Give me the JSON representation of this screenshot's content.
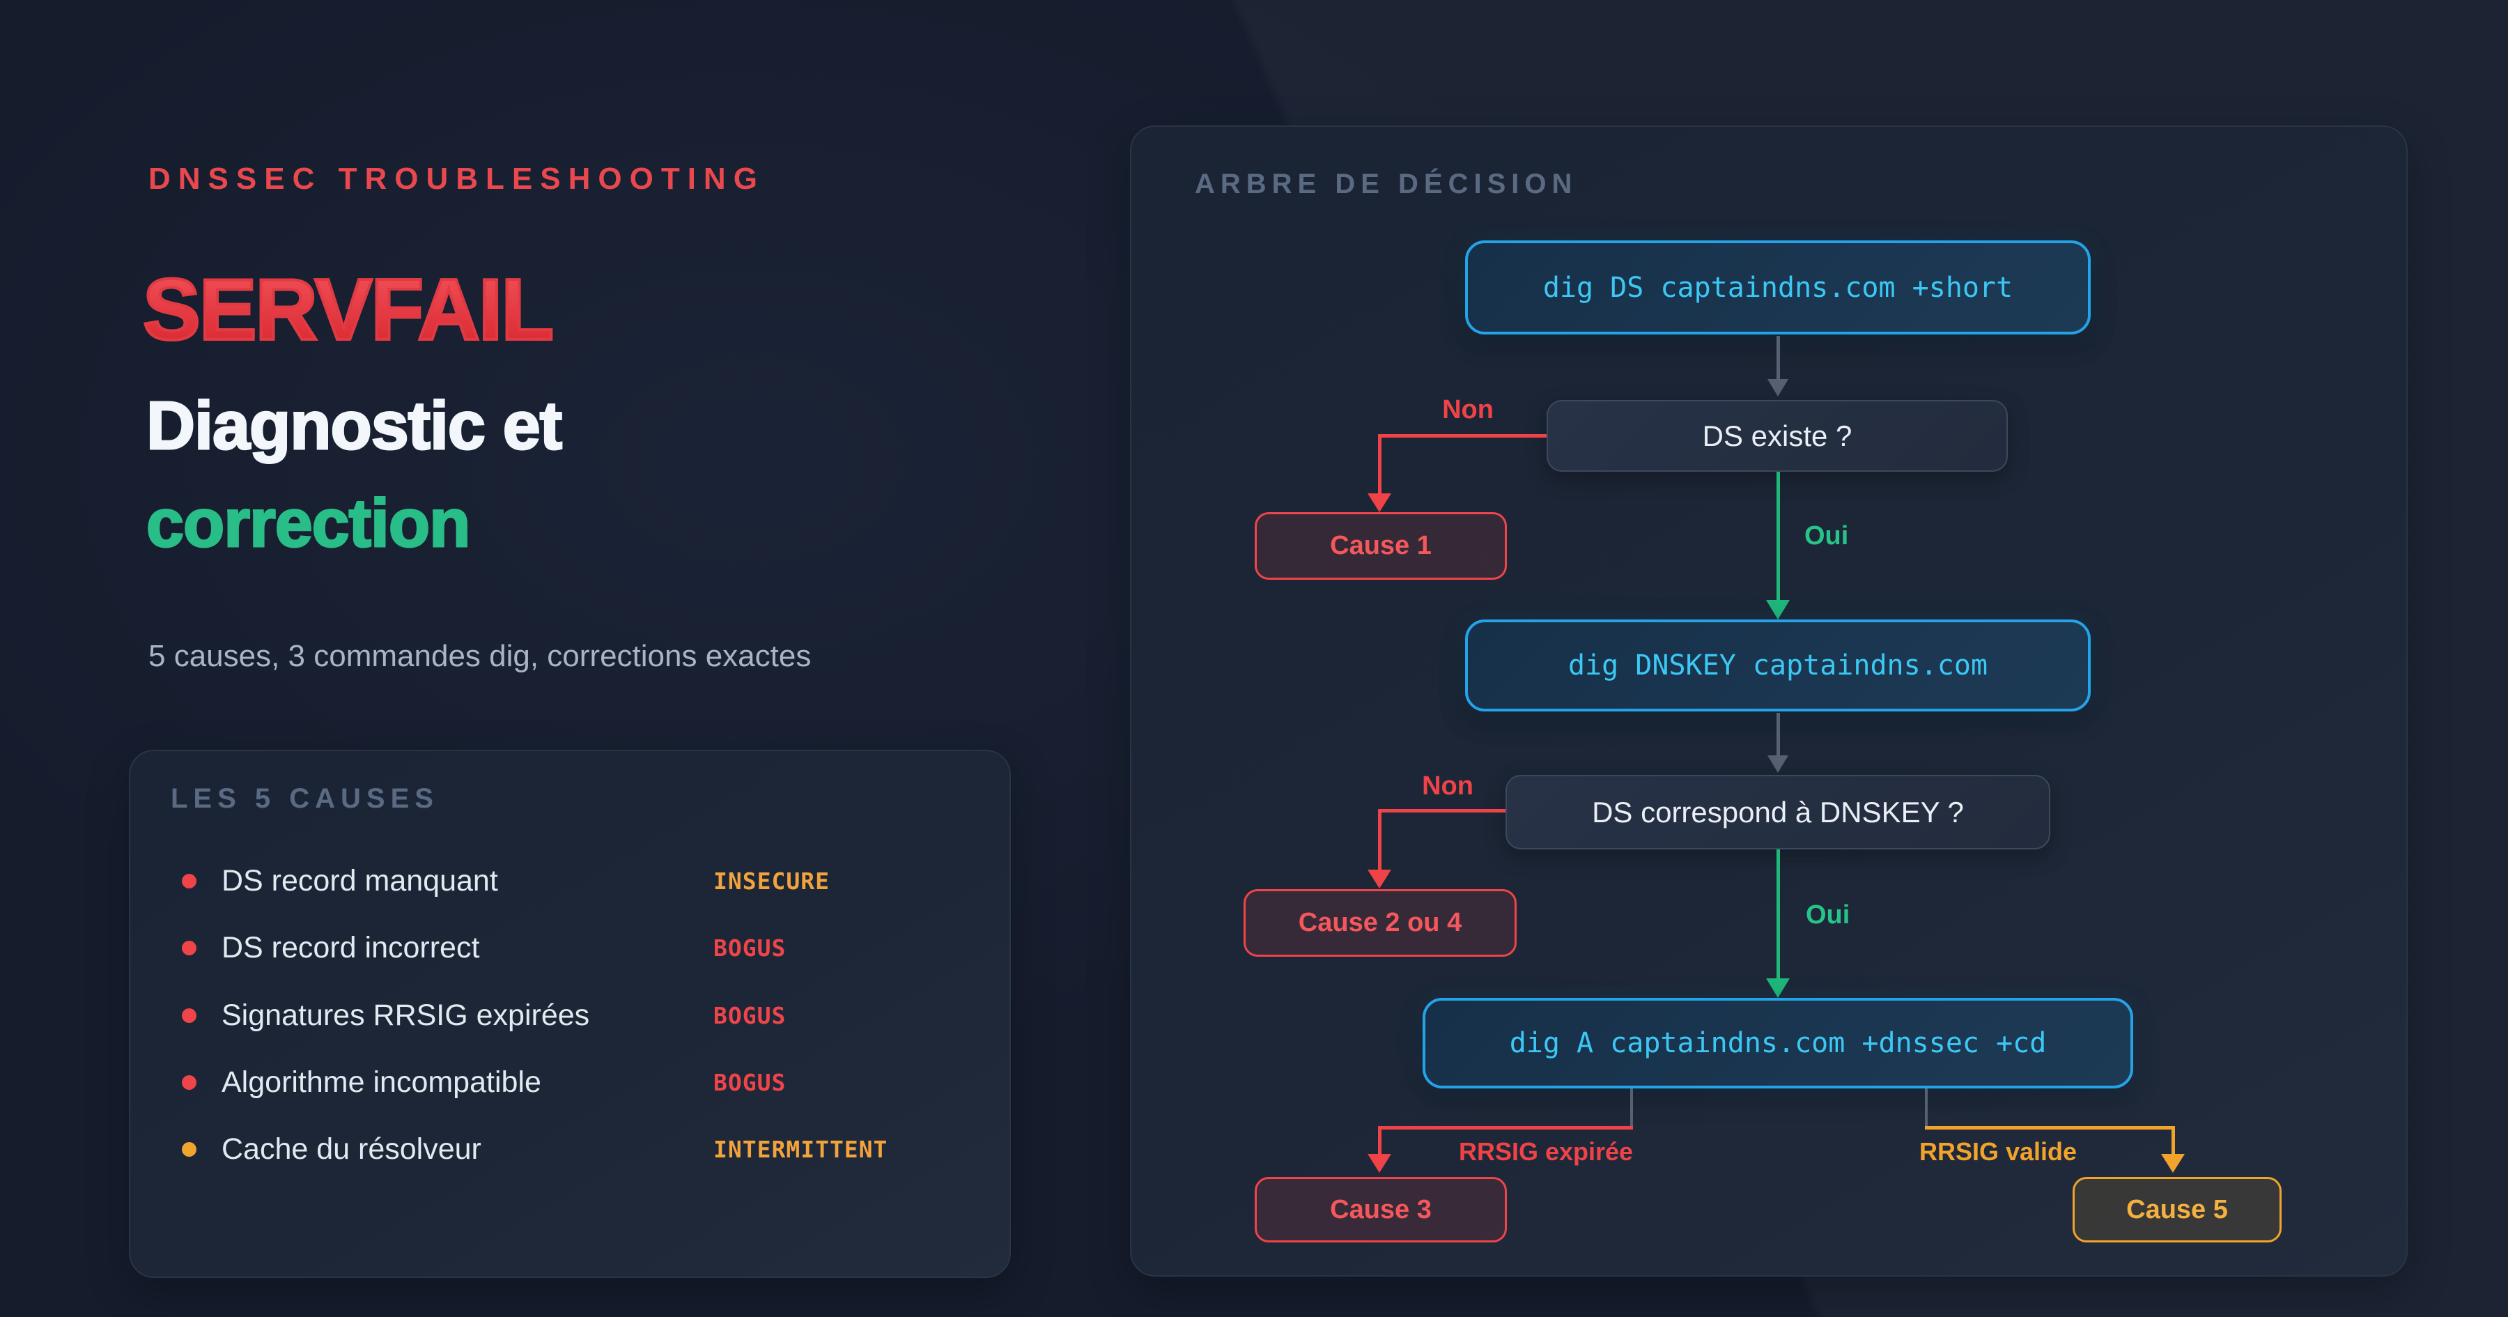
{
  "hero": {
    "eyebrow": "DNSSEC TROUBLESHOOTING",
    "title": "SERVFAIL",
    "subtitle_line1": "Diagnostic et",
    "subtitle_line2": "correction",
    "tagline": "5 causes, 3 commandes dig, corrections exactes"
  },
  "causes_panel": {
    "title": "LES 5 CAUSES",
    "items": [
      {
        "label": "DS record manquant",
        "status": "INSECURE"
      },
      {
        "label": "DS record incorrect",
        "status": "BOGUS"
      },
      {
        "label": "Signatures RRSIG expirées",
        "status": "BOGUS"
      },
      {
        "label": "Algorithme incompatible",
        "status": "BOGUS"
      },
      {
        "label": "Cache du résolveur",
        "status": "INTERMITTENT"
      }
    ]
  },
  "tree_panel": {
    "title": "ARBRE DE DÉCISION",
    "labels": {
      "yes": "Oui",
      "no": "Non",
      "rrsig_expired": "RRSIG expirée",
      "rrsig_valid": "RRSIG valide"
    },
    "nodes": {
      "cmd1": "dig DS captaindns.com +short",
      "q1": "DS existe ?",
      "cause1": "Cause 1",
      "cmd2": "dig DNSKEY captaindns.com",
      "q2": "DS correspond à DNSKEY ?",
      "cause2": "Cause 2 ou 4",
      "cmd3": "dig A captaindns.com +dnssec +cd",
      "cause3": "Cause 3",
      "cause5": "Cause 5"
    }
  },
  "colors": {
    "background": "#151c2c",
    "panel_background": "#1c2636",
    "panel_border": "#2a3447",
    "accent_red": "#ef4449",
    "accent_green": "#29bd88",
    "accent_cyan_border": "#25a3e8",
    "accent_cyan_text": "#3cc8f4",
    "accent_amber": "#f2a32c",
    "muted_title": "#5a6a82",
    "body_text": "#e3e9f1",
    "connector_gray": "#566070"
  }
}
